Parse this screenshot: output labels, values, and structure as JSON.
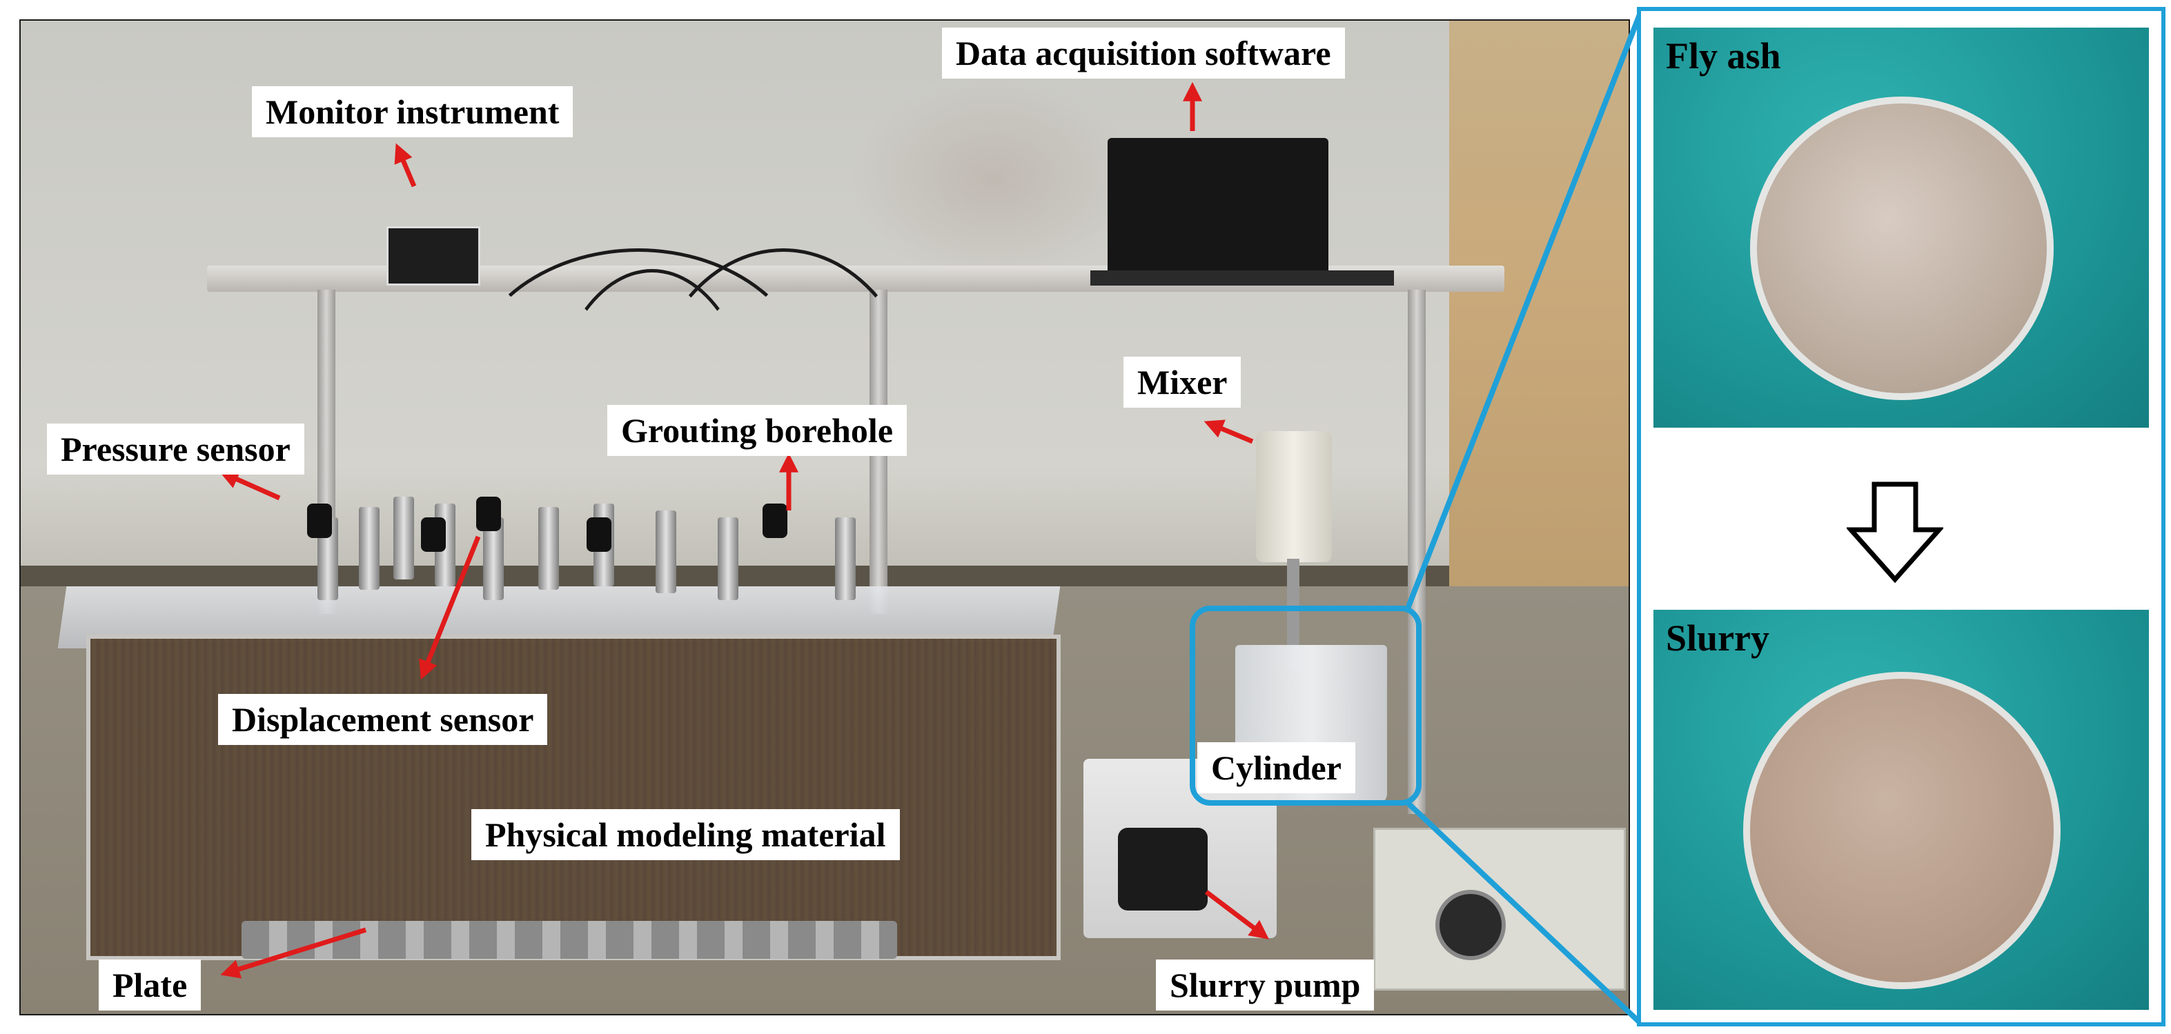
{
  "labels": {
    "monitor_instrument": "Monitor instrument",
    "data_acquisition_software": "Data acquisition software",
    "mixer": "Mixer",
    "pressure_sensor": "Pressure sensor",
    "grouting_borehole": "Grouting borehole",
    "displacement_sensor": "Displacement sensor",
    "cylinder": "Cylinder",
    "physical_modeling_material": "Physical modeling material",
    "plate": "Plate",
    "slurry_pump": "Slurry pump"
  },
  "panel": {
    "top_title": "Fly ash",
    "bottom_title": "Slurry",
    "border_color": "#1fa0d8"
  },
  "colors": {
    "arrow": "#e01b1b",
    "callout_box": "#1fa0d8"
  }
}
